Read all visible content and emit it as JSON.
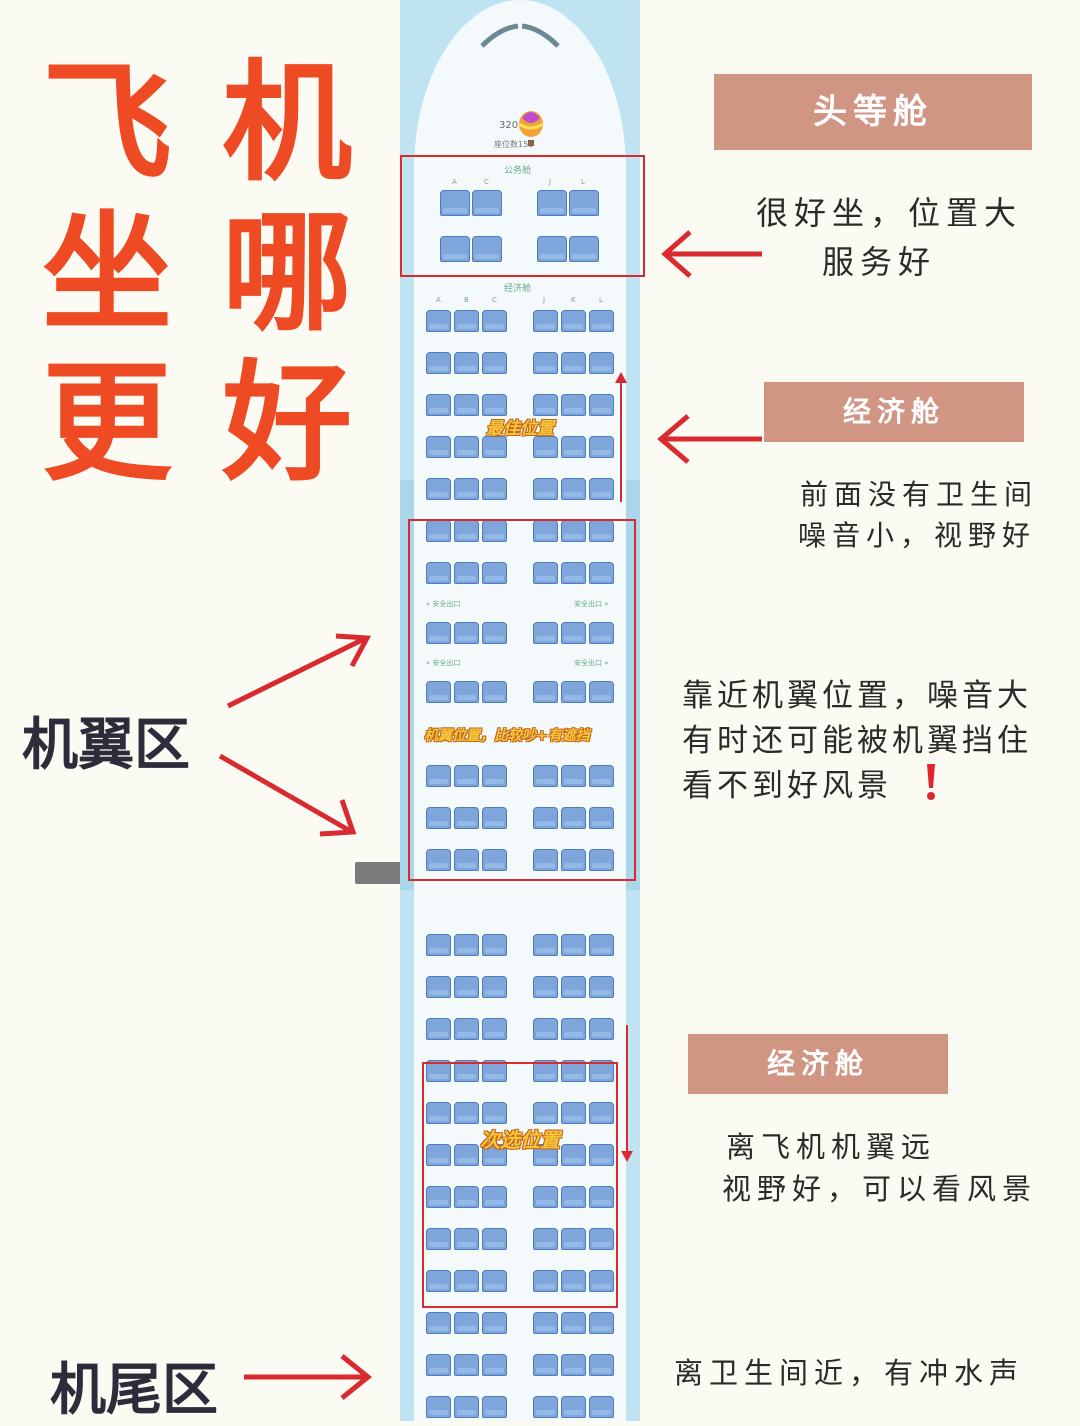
{
  "title": {
    "chars": [
      "飞",
      "机",
      "坐",
      "哪",
      "更",
      "好"
    ]
  },
  "plane": {
    "model": "320",
    "seat_count_label": "座位数158",
    "business_label": "公务舱",
    "economy_label": "经济舱",
    "business_columns": [
      "A",
      "C",
      "J",
      "L"
    ],
    "economy_columns": [
      "A",
      "B",
      "C",
      "J",
      "K",
      "L"
    ],
    "exit_label_left": "« 安全出口",
    "exit_label_right": "安全出口 »"
  },
  "overlay_labels": {
    "best": "最佳位置",
    "wing": "机翼位置，比较吵+有遮挡",
    "second": "次选位置"
  },
  "sections": {
    "first": {
      "banner": "头等舱",
      "line1": "很好坐，位置大",
      "line2": "服务好"
    },
    "economy_front": {
      "banner": "经济舱",
      "line1": "前面没有卫生间",
      "line2": "噪音小，视野好"
    },
    "wing": {
      "side_label": "机翼区",
      "line1": "靠近机翼位置，噪音大",
      "line2": "有时还可能被机翼挡住",
      "line3": "看不到好风景"
    },
    "economy_rear": {
      "banner": "经济舱",
      "line1": "离飞机机翼远",
      "line2": "视野好，可以看风景"
    },
    "tail": {
      "side_label": "机尾区",
      "line1": "离卫生间近，有冲水声"
    }
  },
  "colors": {
    "title": "#ee4a23",
    "banner": "#d19583",
    "red": "#d92a2f",
    "seat": "#7ea6da"
  }
}
